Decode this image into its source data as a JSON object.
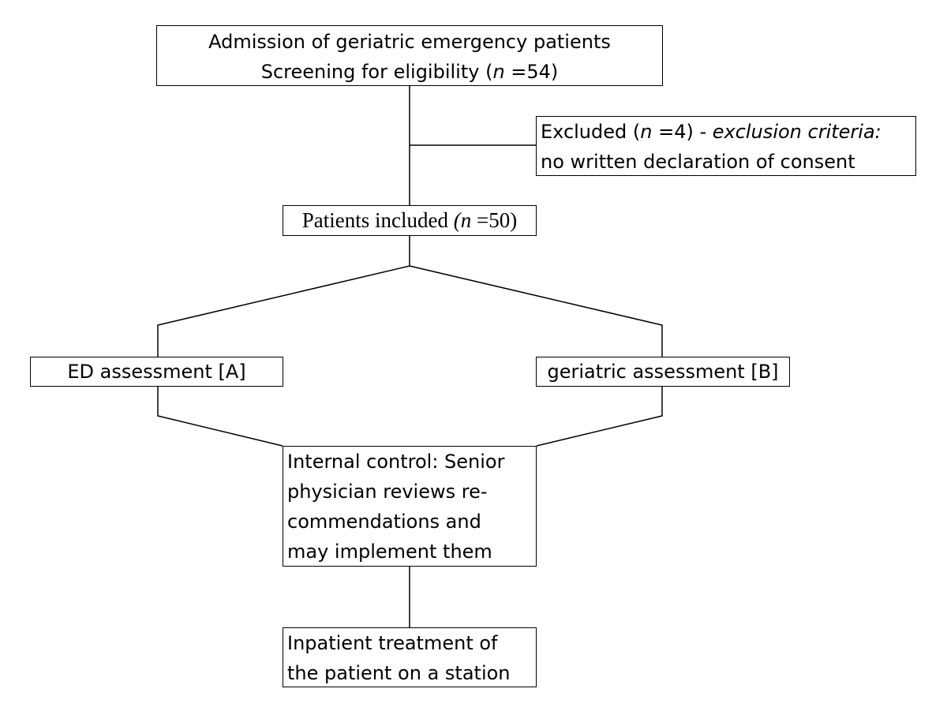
{
  "flowchart": {
    "admission": {
      "line1": "Admission of geriatric emergency patients",
      "line2_prefix": "Screening for eligibility (",
      "line2_n": "n",
      "line2_suffix": " =54)"
    },
    "excluded": {
      "line1_prefix": "Excluded (",
      "line1_n": "n",
      "line1_mid": " =4) - ",
      "line1_criteria": "exclusion criteria:",
      "line2": "no written declaration of consent"
    },
    "included": {
      "prefix": "Patients included ",
      "n_open": "(n",
      "suffix": " =50)"
    },
    "ed_assessment": {
      "label": "ED assessment [A]"
    },
    "geriatric_assessment": {
      "label": "geriatric assessment [B]"
    },
    "internal_control": {
      "lines": [
        "Internal control: Senior",
        "physician reviews re-",
        "commendations and",
        "may implement them"
      ]
    },
    "inpatient": {
      "lines": [
        "Inpatient treatment of",
        "the patient on a station"
      ]
    },
    "colors": {
      "line": "#000000",
      "box_border": "#000000",
      "background": "#ffffff",
      "text": "#000000"
    }
  }
}
